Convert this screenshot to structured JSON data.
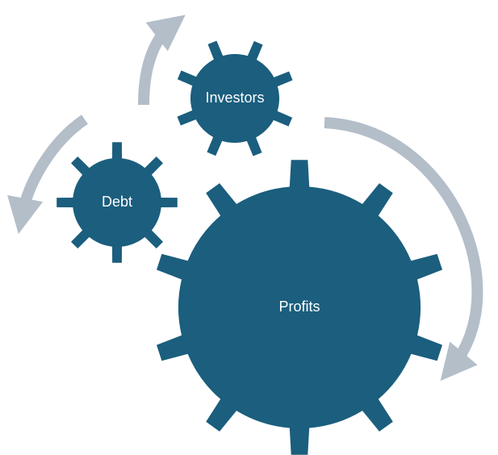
{
  "diagram": {
    "gears": [
      {
        "id": "profits",
        "label": "Profits"
      },
      {
        "id": "investors",
        "label": "Investors"
      },
      {
        "id": "debt",
        "label": "Debt"
      }
    ],
    "colors": {
      "gear": "#1b5e7e",
      "arrow": "#b3bec9",
      "label": "#ffffff",
      "background": "#ffffff"
    }
  }
}
